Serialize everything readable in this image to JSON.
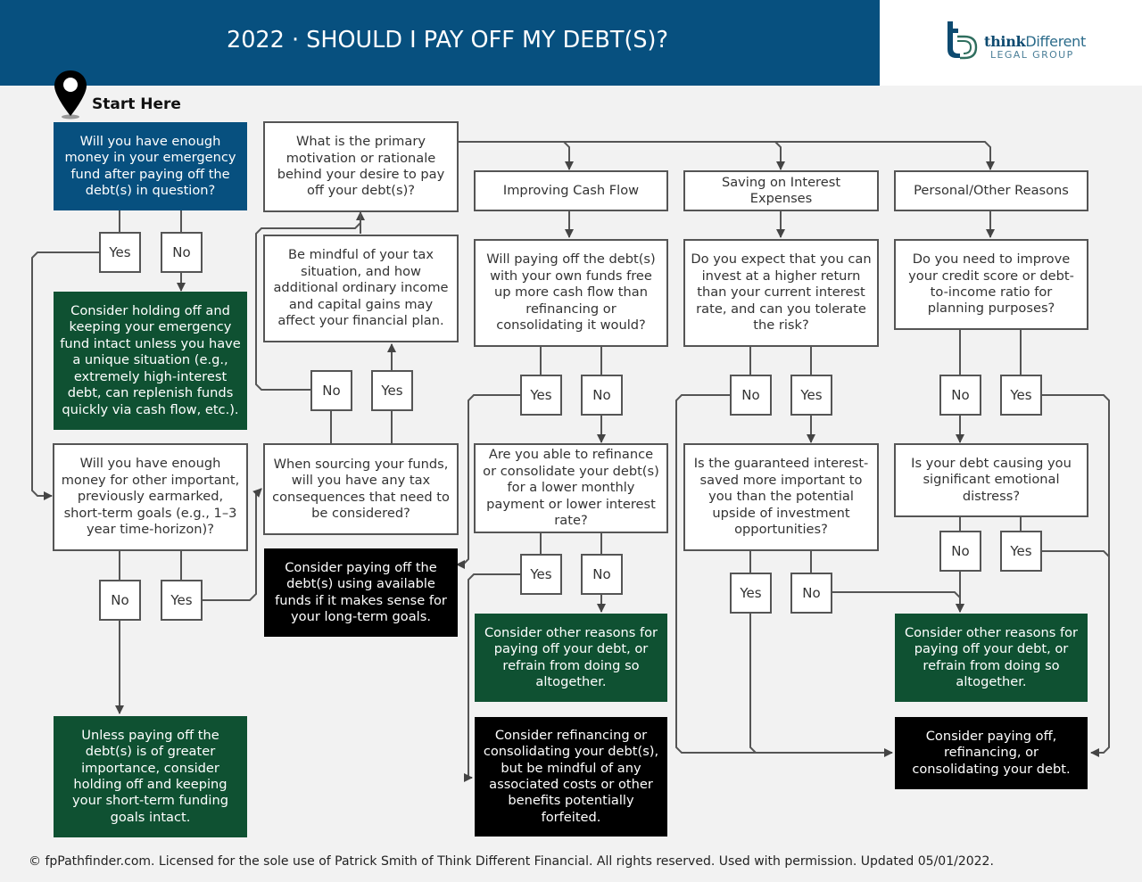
{
  "header": {
    "title": "2022 · SHOULD I PAY OFF MY DEBT(S)?",
    "brand_color": "#07507f"
  },
  "logo": {
    "think": "think",
    "different": "Different",
    "subtitle": "LEGAL GROUP"
  },
  "start": {
    "label": "Start Here",
    "icon": "map-pin-icon"
  },
  "colors": {
    "question_blue": "#07507f",
    "outcome_green": "#0f5132",
    "outcome_black": "#000000",
    "line": "#555555",
    "background": "#f2f2f2"
  },
  "nodes": {
    "q_emergency": "Will you have enough money in your emergency fund after paying off the debt(s) in question?",
    "a_emergency_no": "Consider holding off and keeping your emergency fund intact unless you have a unique situation (e.g., extremely high-interest debt, can replenish funds quickly via cash flow, etc.).",
    "q_short_term": "Will you have enough money for other important, previously earmarked, short-term goals (e.g., 1–3 year time-horizon)?",
    "a_short_term_no": "Unless paying off the debt(s) is of greater importance, consider holding off and keeping your short-term funding goals intact.",
    "q_motivation": "What is the primary motivation or rationale behind your desire to pay off your debt(s)?",
    "a_tax_mindful": "Be mindful of your tax situation, and how additional ordinary income and capital gains may affect your financial plan.",
    "q_tax": "When sourcing your funds, will you have any tax consequences that need to be considered?",
    "a_pay_off_available": "Consider paying off the debt(s) using available funds if it makes sense for your long-term goals.",
    "cat_cash_flow": "Improving Cash Flow",
    "cat_interest": "Saving on Interest Expenses",
    "cat_personal": "Personal/Other Reasons",
    "q_cash_flow": "Will paying off the debt(s) with your own funds free up more cash flow than refinancing or consolidating it would?",
    "q_refinance": "Are you able to refinance or consolidate your debt(s) for a lower monthly payment or lower interest rate?",
    "a_other_reasons_1": "Consider other reasons for paying off your debt, or refrain from doing so altogether.",
    "a_refinance": "Consider refinancing or consolidating your debt(s), but be mindful of any associated costs or other benefits potentially forfeited.",
    "q_invest": "Do you expect that you can invest at a higher return than your current interest rate, and can you tolerate the risk?",
    "q_guaranteed": "Is the guaranteed interest-saved more important to you than the potential upside of investment opportunities?",
    "q_credit": "Do you need to improve your credit score or debt-to-income ratio for planning purposes?",
    "q_distress": "Is your debt causing you significant emotional distress?",
    "a_other_reasons_2": "Consider other reasons for paying off your debt, or refrain from doing so altogether.",
    "a_pay_refi_consolidate": "Consider paying off, refinancing, or consolidating your debt."
  },
  "answers": {
    "yes": "Yes",
    "no": "No"
  },
  "footer": {
    "text": "© fpPathfinder.com. Licensed for the sole use of Patrick Smith of Think Different Financial. All rights reserved. Used with permission. Updated 05/01/2022."
  }
}
